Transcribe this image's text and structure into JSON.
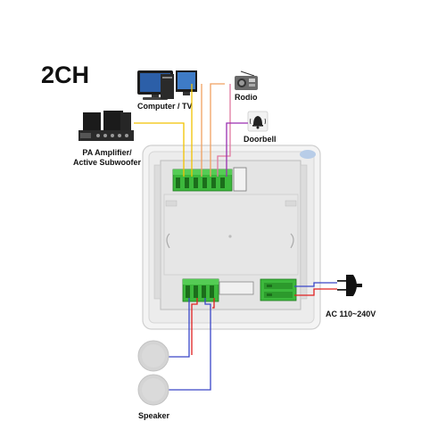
{
  "title": "2CH",
  "labels": {
    "computer": "Computer / TV",
    "radio": "Rodio",
    "doorbell": "Doorbell",
    "amplifier_line1": "PA Amplifier/",
    "amplifier_line2": "Active Subwoofer",
    "ac": "AC 110~240V",
    "speaker": "Speaker"
  },
  "colors": {
    "wire_yellow": "#f2c200",
    "wire_orange": "#f0a060",
    "wire_pink": "#e07aa0",
    "wire_purple": "#9a2fb0",
    "wire_blue": "#3a46c8",
    "wire_red": "#e02020",
    "terminal_green": "#3cb83c",
    "panel_gray": "#e2e2e2"
  }
}
